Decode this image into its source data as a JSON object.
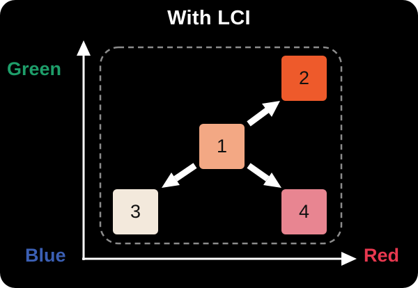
{
  "title": "With LCI",
  "axes": {
    "green": {
      "label": "Green",
      "color": "#1e9e6a"
    },
    "blue": {
      "label": "Blue",
      "color": "#3b5fb4"
    },
    "red": {
      "label": "Red",
      "color": "#e8384f"
    }
  },
  "colors": {
    "background": "#000000",
    "foreground": "#ffffff",
    "dashed_region": "#8c8c8c"
  },
  "nodes": [
    {
      "id": "1",
      "label": "1",
      "color": "#f3a884"
    },
    {
      "id": "2",
      "label": "2",
      "color": "#ee5a2b"
    },
    {
      "id": "3",
      "label": "3",
      "color": "#f3e9dc"
    },
    {
      "id": "4",
      "label": "4",
      "color": "#e88591"
    }
  ],
  "edges": [
    {
      "from": "1",
      "to": "2"
    },
    {
      "from": "1",
      "to": "3"
    },
    {
      "from": "1",
      "to": "4"
    }
  ]
}
